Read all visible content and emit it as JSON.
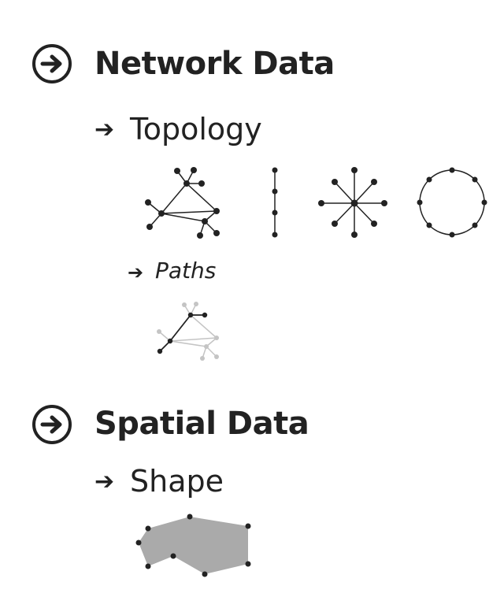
{
  "sections": {
    "network": {
      "title": "Network Data",
      "topology_label": "Topology",
      "paths_label": "Paths"
    },
    "spatial": {
      "title": "Spatial Data",
      "shape_label": "Shape"
    }
  },
  "glyphs": {
    "arrow": "➔"
  },
  "colors": {
    "text": "#222222",
    "node": "#222222",
    "faded": "#bbbbbb",
    "shape_fill": "#aaaaaa"
  }
}
